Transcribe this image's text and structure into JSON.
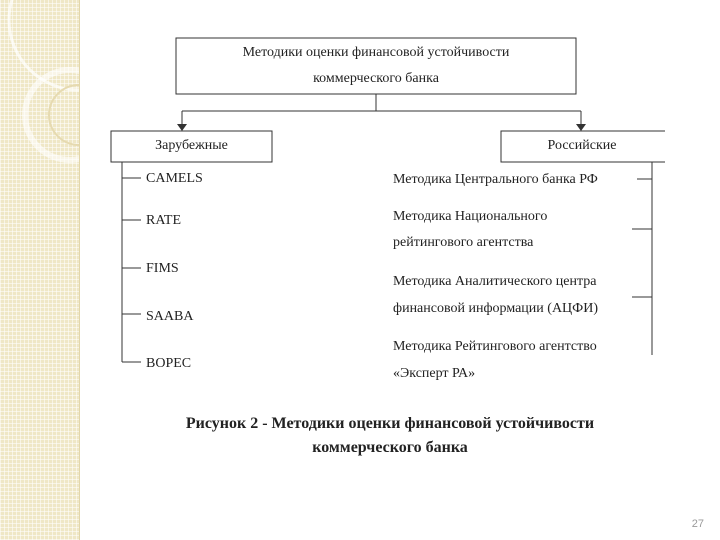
{
  "diagram": {
    "root": {
      "line1": "Методики оценки финансовой устойчивости",
      "line2": "коммерческого банка"
    },
    "left_branch": {
      "label": "Зарубежные",
      "items": [
        "CAMELS",
        "RATE",
        "FIMS",
        "SAABA",
        "BOPEC"
      ]
    },
    "right_branch": {
      "label": "Российские",
      "items": [
        {
          "line1": "Методика Центрального банка РФ",
          "line2": ""
        },
        {
          "line1": "Методика Национального",
          "line2": "рейтингового агентства"
        },
        {
          "line1": "Методика Аналитического центра",
          "line2": "финансовой информации (АЦФИ)"
        },
        {
          "line1": "Методика Рейтингового агентство",
          "line2": "«Эксперт РА»"
        }
      ]
    }
  },
  "caption": {
    "line1": "Рисунок 2 - Методики оценки финансовой устойчивости",
    "line2": "коммерческого банка"
  },
  "page_number": "27"
}
